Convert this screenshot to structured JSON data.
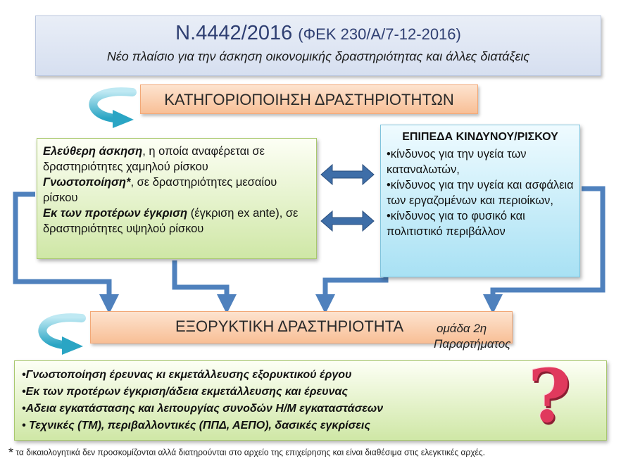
{
  "title": {
    "main": "Ν.4442/2016",
    "main_suffix": "(ΦΕΚ 230/Α/7-12-2016)",
    "subtitle": "Νέο πλαίσιο για την άσκηση οικονομικής δραστηριότητας και άλλες διατάξεις"
  },
  "categorization": {
    "label": "ΚΑΤΗΓΟΡΙΟΠΟΙΗΣΗ ΔΡΑΣΤΗΡΙΟΤΗΤΩΝ"
  },
  "regimes": [
    {
      "term": "Ελεύθερη άσκηση",
      "rest": ", η οποία αναφέρεται σε δραστηριότητες χαμηλού ρίσκου"
    },
    {
      "term": "Γνωστοποίηση*",
      "rest": ", σε δραστηριότητες μεσαίου ρίσκου"
    },
    {
      "term": "Εκ των προτέρων έγκριση",
      "rest": " (έγκριση ex ante), σε δραστηριότητες υψηλού ρίσκου"
    }
  ],
  "risk_levels": {
    "title": "ΕΠΙΠΕΔΑ ΚΙΝΔΥΝΟΥ/ΡΙΣΚΟΥ",
    "items": [
      "•κίνδυνος για την υγεία των καταναλωτών,",
      "•κίνδυνος για την υγεία και ασφάλεια των εργαζομένων και περιοίκων,",
      "•κίνδυνος για το φυσικό και πολιτιστικό περιβάλλον"
    ]
  },
  "extraction": {
    "label": "ΕΞΟΡΥΚΤΙΚΗ ΔΡΑΣΤΗΡΙΟΤΗΤΑ",
    "group_note_line1": "ομάδα 2η",
    "group_note_line2": "Παραρτήματος"
  },
  "requirements": [
    "•Γνωστοποίηση έρευνας κι εκμετάλλευσης εξορυκτικού έργου",
    "•Εκ των προτέρων έγκριση/άδεια  εκμετάλλευσης και έρευνας",
    "•Αδεια εγκατάστασης και λειτουργίας συνοδών Η/Μ εγκαταστάσεων",
    "• Τεχνικές (ΤΜ), περιβαλλοντικές (ΠΠΔ, ΑΕΠΟ), δασικές εγκρίσεις"
  ],
  "footnote": {
    "star": "*",
    "text": "τα δικαιολογητικά δεν προσκομίζονται αλλά διατηρούνται στο αρχείο της επιχείρησης και είναι διαθέσιμα  στις ελεγκτικές αρχές."
  },
  "question_mark": "?",
  "colors": {
    "arrow_blue": "#4f81bd",
    "curved_arrow": "#31b0c9",
    "question_red": "#e0395d"
  }
}
